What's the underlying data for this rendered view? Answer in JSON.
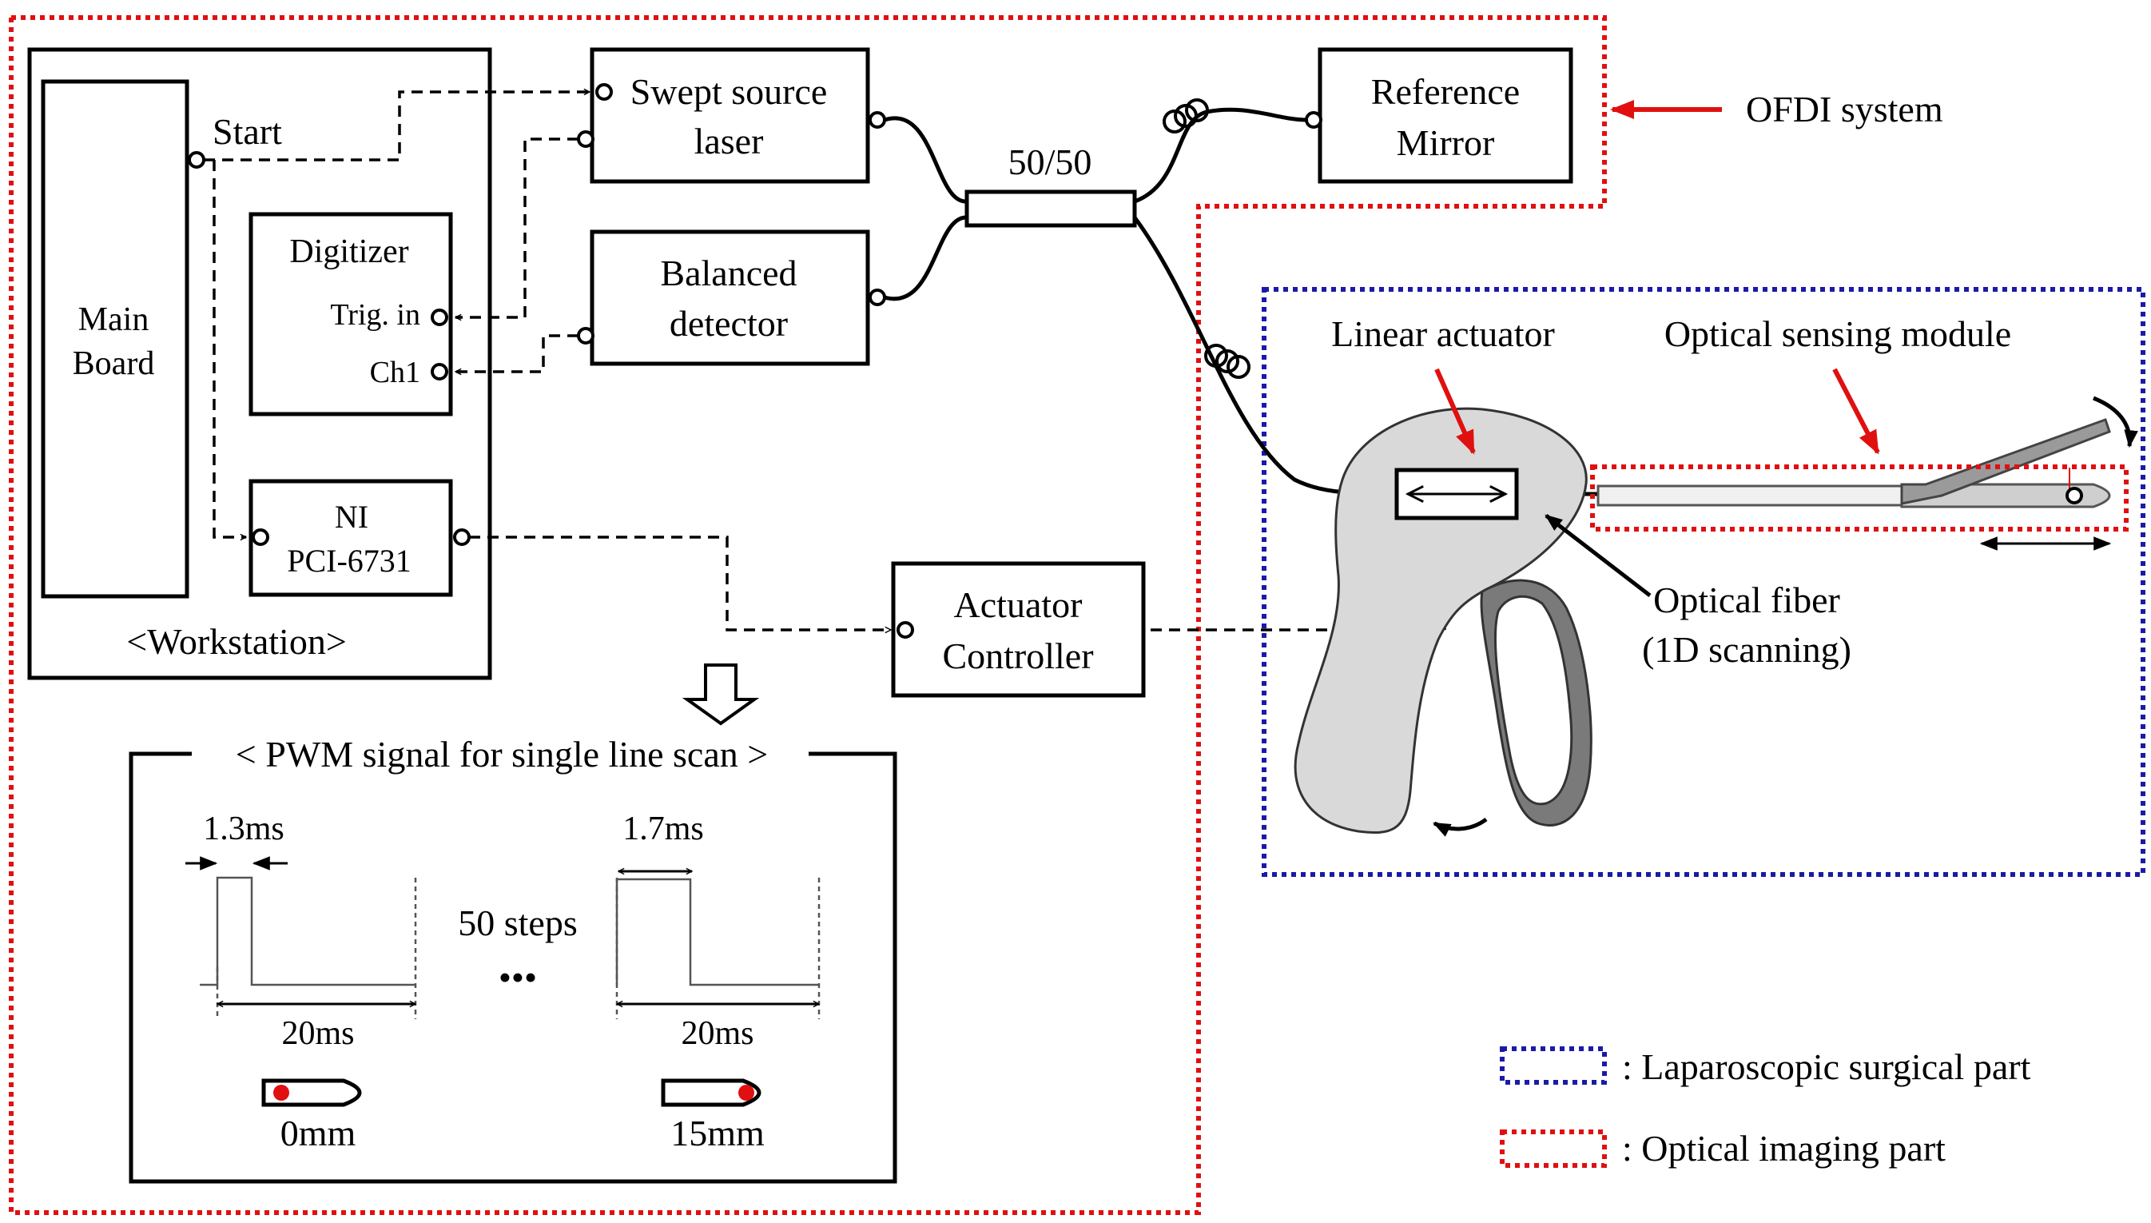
{
  "workstation": {
    "label": "<Workstation>",
    "main_board": [
      "Main",
      "Board"
    ],
    "start": "Start",
    "digitizer": {
      "title": "Digitizer",
      "trig_in": "Trig. in",
      "ch1": "Ch1"
    },
    "ni_card": [
      "NI",
      "PCI-6731"
    ]
  },
  "components": {
    "swept_source": [
      "Swept source",
      "laser"
    ],
    "balanced_detector": [
      "Balanced",
      "detector"
    ],
    "coupler": "50/50",
    "reference_mirror": [
      "Reference",
      "Mirror"
    ],
    "actuator_controller": [
      "Actuator",
      "Controller"
    ]
  },
  "labels": {
    "ofdi_system": "OFDI system",
    "linear_actuator": "Linear actuator",
    "optical_sensing_module": "Optical sensing module",
    "optical_fiber": [
      "Optical fiber",
      "(1D scanning)"
    ]
  },
  "pwm_panel": {
    "title": "< PWM signal for single line scan >",
    "pulse1_width": "1.3ms",
    "pulse2_width": "1.7ms",
    "period1": "20ms",
    "period2": "20ms",
    "steps": "50 steps",
    "ellipsis": "•••",
    "pos1": "0mm",
    "pos2": "15mm"
  },
  "legend": {
    "laparoscopic": ": Laparoscopic surgical part",
    "optical_imaging": ": Optical imaging part"
  },
  "colors": {
    "optical_imaging_border": "#e01010",
    "laparoscopic_border": "#1a1aa8",
    "probe_dot": "#e01010",
    "device_body": "#d9d9d9"
  }
}
